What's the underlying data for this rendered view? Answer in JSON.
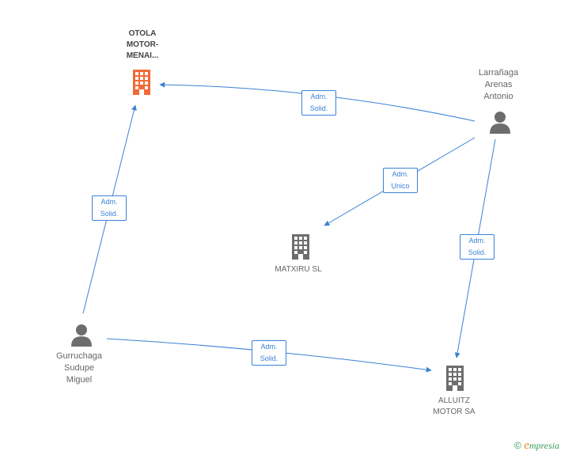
{
  "nodes": {
    "otola": {
      "label": "OTOLA\nMOTOR-\nMENAI...",
      "kind": "company",
      "color": "#f26a35"
    },
    "larranaga": {
      "label": "Larrañaga\nArenas\nAntonio",
      "kind": "person",
      "color": "#6d6d6d"
    },
    "matxiru": {
      "label": "MATXIRU SL",
      "kind": "company",
      "color": "#6d6d6d"
    },
    "gurruchaga": {
      "label": "Gurruchaga\nSudupe\nMiguel",
      "kind": "person",
      "color": "#6d6d6d"
    },
    "alluitz": {
      "label": "ALLUITZ\nMOTOR SA",
      "kind": "company",
      "color": "#6d6d6d"
    }
  },
  "edges": [
    {
      "from": "larranaga",
      "to": "otola",
      "label": "Adm.\nSolid."
    },
    {
      "from": "larranaga",
      "to": "matxiru",
      "label": "Adm.\nUnico"
    },
    {
      "from": "larranaga",
      "to": "alluitz",
      "label": "Adm.\nSolid."
    },
    {
      "from": "gurruchaga",
      "to": "otola",
      "label": "Adm.\nSolid."
    },
    {
      "from": "gurruchaga",
      "to": "alluitz",
      "label": "Adm.\nSolid."
    }
  ],
  "colors": {
    "edge": "#3b82d6",
    "focus": "#f26a35",
    "node": "#6d6d6d"
  },
  "brand": {
    "copyright": "©",
    "e": "e",
    "rest": "mpresia"
  }
}
